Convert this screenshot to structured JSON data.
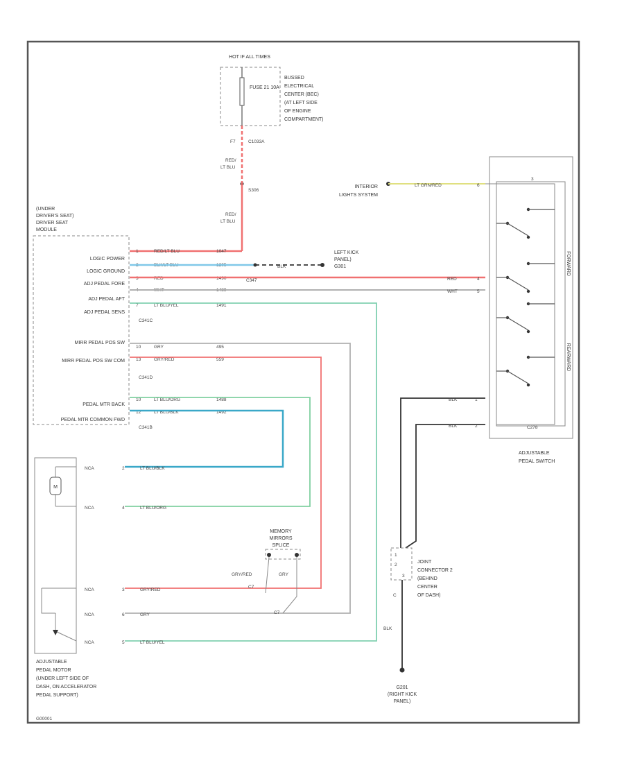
{
  "colors": {
    "red": "#f07070",
    "lt_blu": "#80c8e8",
    "wht": "#b0b0b0",
    "gry": "#b0b0b0",
    "lt_grn": "#80d0a0",
    "blk": "#333333",
    "lt_grn_red": "#e0e080",
    "lt_blu_blk": "#3aa8c8"
  },
  "fuse_block": {
    "hot_label": "HOT IF ALL TIMES",
    "fuse": "FUSE 21 10A",
    "desc": [
      "BUSSED",
      "ELECTRICAL",
      "CENTER (BEC)",
      "(AT LEFT SIDE",
      "OF ENGINE",
      "COMPARTMENT)"
    ],
    "pin": "F7",
    "connector": "C1033A",
    "wire": [
      "RED/",
      "LT BLU"
    ],
    "splice": "S306"
  },
  "module": {
    "title": [
      "(UNDER",
      "DRIVER'S SEAT)",
      "DRIVER SEAT",
      "MODULE"
    ],
    "wire_upper": [
      "RED/",
      "LT BLU"
    ],
    "inputs": [
      "LOGIC POWER",
      "LOGIC GROUND",
      "ADJ PEDAL FORE",
      "ADJ PEDAL AFT",
      "ADJ PEDAL SENS"
    ],
    "pins_a": [
      "1",
      "2",
      "3",
      "4",
      "7"
    ],
    "colors_a": [
      "RED/LT BLU",
      "BLK/LT BLU",
      "RED",
      "WHT",
      "LT BLU/YEL"
    ],
    "circuits_a": [
      "1047",
      "1205",
      "1490",
      "1489",
      "1491"
    ],
    "conn_a": "C341C",
    "inputs_b": [
      "MIRR PEDAL POS SW",
      "MIRR PEDAL POS SW COM"
    ],
    "pins_b": [
      "10",
      "13"
    ],
    "colors_b": [
      "GRY",
      "GRY/RED"
    ],
    "circuits_b": [
      "495",
      "559"
    ],
    "conn_b": "C341D",
    "inputs_c": [
      "PEDAL MTR BACK",
      "PEDAL MTR COMMON FWD"
    ],
    "pins_c": [
      "10",
      "12"
    ],
    "colors_c": [
      "LT BLU/ORG",
      "LT BLU/BLK"
    ],
    "circuits_c": [
      "1488",
      "1492"
    ],
    "conn_c": "C341B"
  },
  "ground": {
    "wire": "BLK",
    "label": [
      "LEFT KICK",
      "PANEL)",
      "G301"
    ],
    "pin": "C347"
  },
  "interior": {
    "label": [
      "INTERIOR",
      "LIGHTS SYSTEM"
    ],
    "wire": "LT GRN/RED",
    "pin": "6"
  },
  "switch": {
    "label": [
      "ADJUSTABLE",
      "PEDAL SWITCH"
    ],
    "pin_top": "3",
    "forward": "FORWARD",
    "rearward": "REARWARD",
    "red": "RED",
    "red_pin": "4",
    "wht": "WHT",
    "wht_pin": "5",
    "blk1": "BLK",
    "blk1_pin": "1",
    "blk2": "BLK",
    "blk2_pin": "2",
    "conn": "C278"
  },
  "joint": {
    "label": [
      "JOINT",
      "CONNECTOR 2",
      "(BEHIND",
      "CENTER",
      "OF DASH)"
    ],
    "pins": [
      "1",
      "2",
      "3"
    ],
    "pin_c": "C",
    "wire": "BLK",
    "ground": [
      "G201",
      "(RIGHT KICK",
      "PANEL)"
    ]
  },
  "motor": {
    "label": [
      "ADJUSTABLE",
      "PEDAL MOTOR",
      "(UNDER LEFT SIDE OF",
      "DASH, ON ACCELERATOR",
      "PEDAL SUPPORT)"
    ],
    "symbol": "M",
    "conn": "NCA",
    "pins": [
      "2",
      "4",
      "3",
      "6",
      "5"
    ],
    "wires": [
      "LT BLU/BLK",
      "LT BLU/ORG",
      "GRY/RED",
      "GRY",
      "LT BLU/YEL"
    ],
    "footer": "G00001"
  },
  "memory": {
    "label": [
      "MEMORY",
      "MIRRORS",
      "SPLICE"
    ],
    "w1": "GRY/RED",
    "w2": "GRY",
    "p1": "C7",
    "p2": "C7"
  }
}
